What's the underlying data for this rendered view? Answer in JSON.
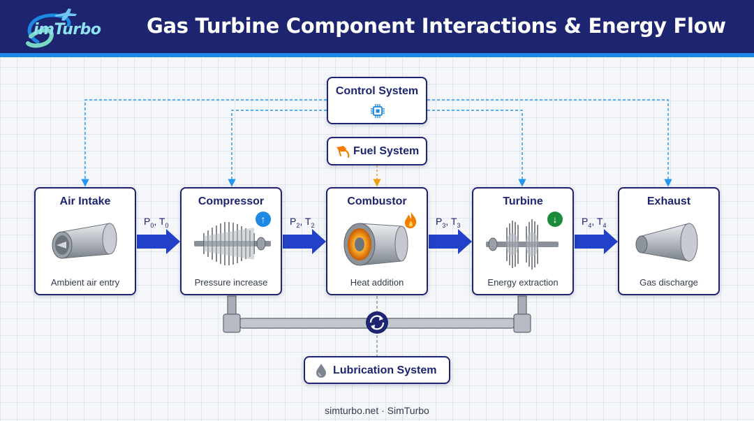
{
  "header": {
    "logo_text": "imTurbo",
    "title": "Gas Turbine Component Interactions & Energy Flow"
  },
  "components": [
    {
      "name": "Air Intake",
      "desc": "Ambient air entry",
      "icon": "air-intake-icon"
    },
    {
      "name": "Compressor",
      "desc": "Pressure increase",
      "icon": "compressor-icon",
      "badge": "↑",
      "badge_color": "#1e88e5"
    },
    {
      "name": "Combustor",
      "desc": "Heat addition",
      "icon": "combustor-icon",
      "badge_color": "#f57c00"
    },
    {
      "name": "Turbine",
      "desc": "Energy extraction",
      "icon": "turbine-icon",
      "badge": "↓",
      "badge_color": "#1b8a3a"
    },
    {
      "name": "Exhaust",
      "desc": "Gas discharge",
      "icon": "exhaust-icon"
    }
  ],
  "states": [
    {
      "p": "P",
      "p_sub": "0",
      "t": "T",
      "t_sub": "0",
      "sep": ", "
    },
    {
      "p": "P",
      "p_sub": "2",
      "t": "T",
      "t_sub": "2",
      "sep": ", "
    },
    {
      "p": "P",
      "p_sub": "3",
      "t": "T",
      "t_sub": "3",
      "sep": ", "
    },
    {
      "p": "P",
      "p_sub": "4",
      "t": "T",
      "t_sub": "4",
      "sep": ", "
    }
  ],
  "systems": {
    "control": "Control System",
    "fuel": "Fuel System",
    "lubrication": "Lubrication System"
  },
  "colors": {
    "navy": "#1d2470",
    "accent_blue": "#1e88e5",
    "flow_arrow": "#2340c8",
    "control_line": "#2196f3",
    "fuel_line": "#f39c12",
    "shaft": "#8a9099"
  },
  "footer": "simturbo.net · SimTurbo"
}
